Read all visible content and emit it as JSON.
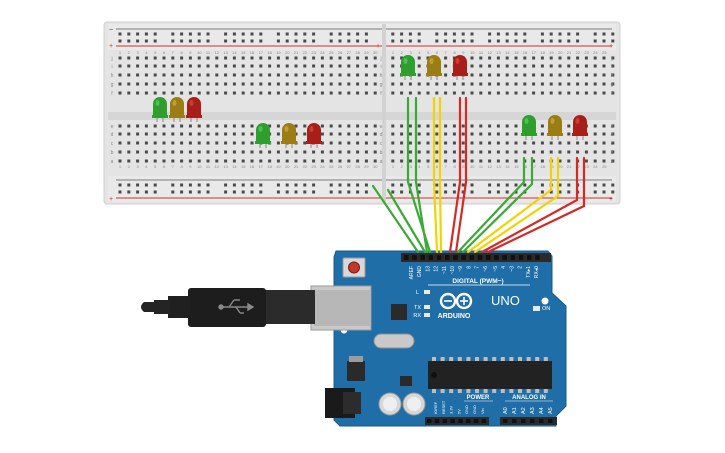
{
  "colors": {
    "board_blue": "#1f6ea8",
    "board_blue_dark": "#175a8b",
    "breadboard": "#e2e2e2",
    "breadboard_dark": "#cfcfcf",
    "rail_red": "#d4312a",
    "rail_blue": "#2e5fae",
    "wire_green": "#3aaa35",
    "wire_yellow": "#f2d300",
    "wire_red": "#d72824",
    "led_green": "#2f9e2f",
    "led_yellow": "#a88a16",
    "led_red": "#b3221c"
  },
  "breadboard": {
    "rows_top": [
      "j",
      "i",
      "h",
      "g",
      "f"
    ],
    "rows_bottom": [
      "e",
      "d",
      "c",
      "b",
      "a"
    ],
    "column_numbers": [
      "1",
      "2",
      "3",
      "4",
      "5",
      "6",
      "7",
      "8",
      "9",
      "10",
      "11",
      "12",
      "13",
      "14",
      "15",
      "16",
      "17",
      "18",
      "19",
      "20",
      "21",
      "22",
      "23",
      "24",
      "25",
      "26",
      "27",
      "28",
      "29",
      "30"
    ],
    "plus_sign": "+",
    "minus_sign": "−"
  },
  "arduino": {
    "brand": "ARDUINO",
    "model": "UNO",
    "digital_label": "DIGITAL (PWM~)",
    "header_pins": [
      "AREF",
      "GND",
      "13",
      "12",
      "~11",
      "~10",
      "~9",
      "8",
      "7",
      "~6",
      "~5",
      "4",
      "~3",
      "2",
      "TX▸1",
      "RX◂0"
    ],
    "led_labels": [
      "L",
      "TX",
      "RX"
    ],
    "on_label": "ON",
    "power_label": "POWER",
    "analog_label": "ANALOG IN",
    "power_pins": [
      "IOREF",
      "RESET",
      "3.3V",
      "5V",
      "GND",
      "GND",
      "Vin"
    ],
    "analog_pins": [
      "A0",
      "A1",
      "A2",
      "A3",
      "A4",
      "A5"
    ]
  },
  "leds": [
    {
      "name": "led-green-left",
      "color": "green"
    },
    {
      "name": "led-yellow-left",
      "color": "yellow"
    },
    {
      "name": "led-red-left",
      "color": "red"
    },
    {
      "name": "led-green-mid",
      "color": "green"
    },
    {
      "name": "led-yellow-mid",
      "color": "yellow"
    },
    {
      "name": "led-red-mid",
      "color": "red"
    },
    {
      "name": "led-green-top-right",
      "color": "green"
    },
    {
      "name": "led-yellow-top-right",
      "color": "yellow"
    },
    {
      "name": "led-red-top-right",
      "color": "red"
    },
    {
      "name": "led-green-bottom-right",
      "color": "green"
    },
    {
      "name": "led-yellow-bottom-right",
      "color": "yellow"
    },
    {
      "name": "led-red-bottom-right",
      "color": "red"
    }
  ]
}
